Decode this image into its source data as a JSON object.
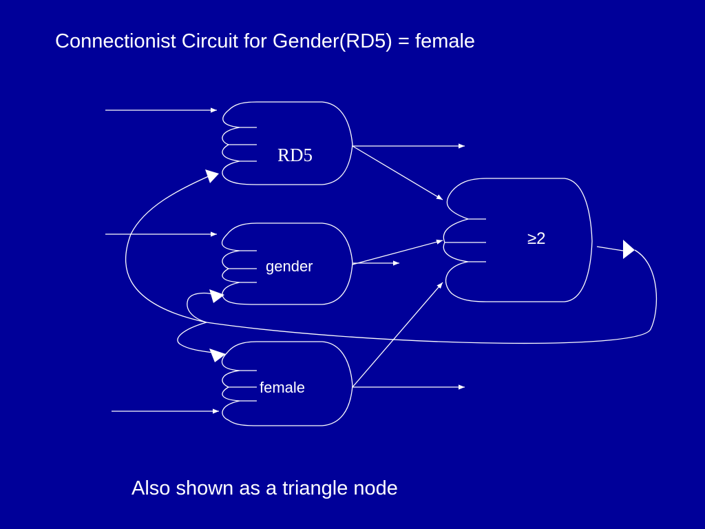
{
  "title": "Connectionist Circuit for Gender(RD5) = female",
  "caption": "Also shown as a triangle node",
  "nodes": {
    "rd5": {
      "label": "RD5"
    },
    "gender": {
      "label": "gender"
    },
    "female": {
      "label": "female"
    },
    "threshold": {
      "label": "≥2"
    }
  },
  "colors": {
    "background": "#000099",
    "ink": "#ffffff"
  }
}
